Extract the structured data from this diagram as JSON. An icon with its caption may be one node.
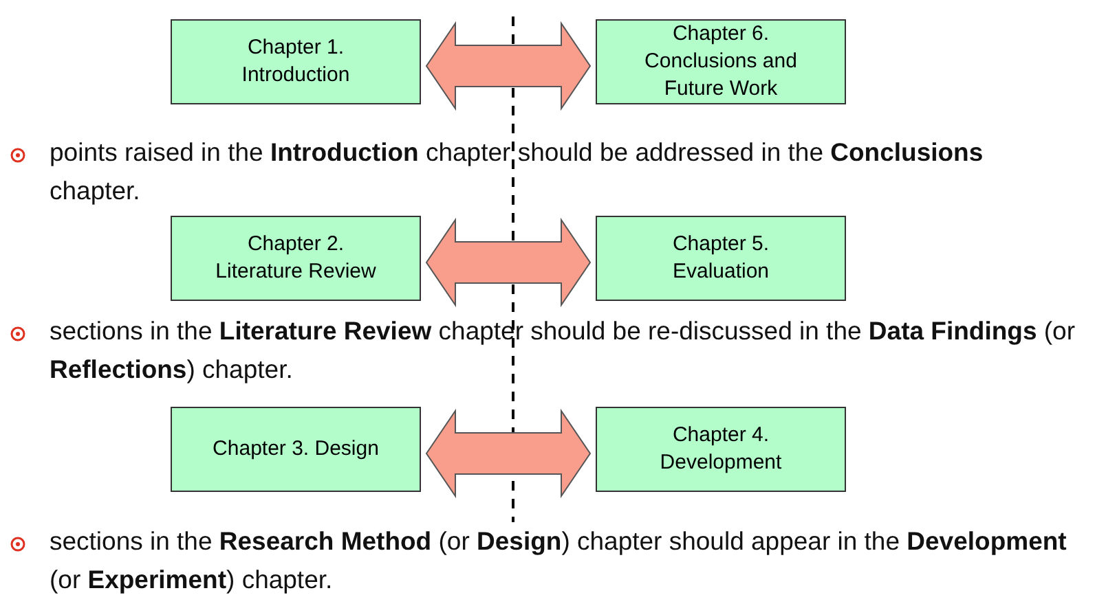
{
  "diagram": {
    "nodes": [
      {
        "text": [
          "Chapter 1. Introduction"
        ]
      },
      {
        "text": [
          "Chapter 6. Conclusions and Future Work"
        ]
      },
      {
        "text": [
          "Chapter 2. Literature Review"
        ]
      },
      {
        "text": [
          "Chapter 5. Evaluation"
        ]
      },
      {
        "text": [
          "Chapter 3. Design"
        ]
      },
      {
        "text": [
          "Chapter 4. Development"
        ]
      }
    ],
    "edges": [
      {
        "from": 0,
        "to": 1,
        "arrow": "both"
      },
      {
        "from": 2,
        "to": 3,
        "arrow": "both"
      },
      {
        "from": 4,
        "to": 5,
        "arrow": "both"
      }
    ],
    "labels": [
      "points raised in the **Introduction** chapter should be addressed in the **Conclusions** chapter.",
      "sections in the **Literature Review** chapter should be re-discussed in the **Data Findings** (or **Reflections**) chapter.",
      "sections in the **Research Method** (or **Design**) chapter should appear in the **Development** (or **Experiment**) chapter."
    ]
  }
}
